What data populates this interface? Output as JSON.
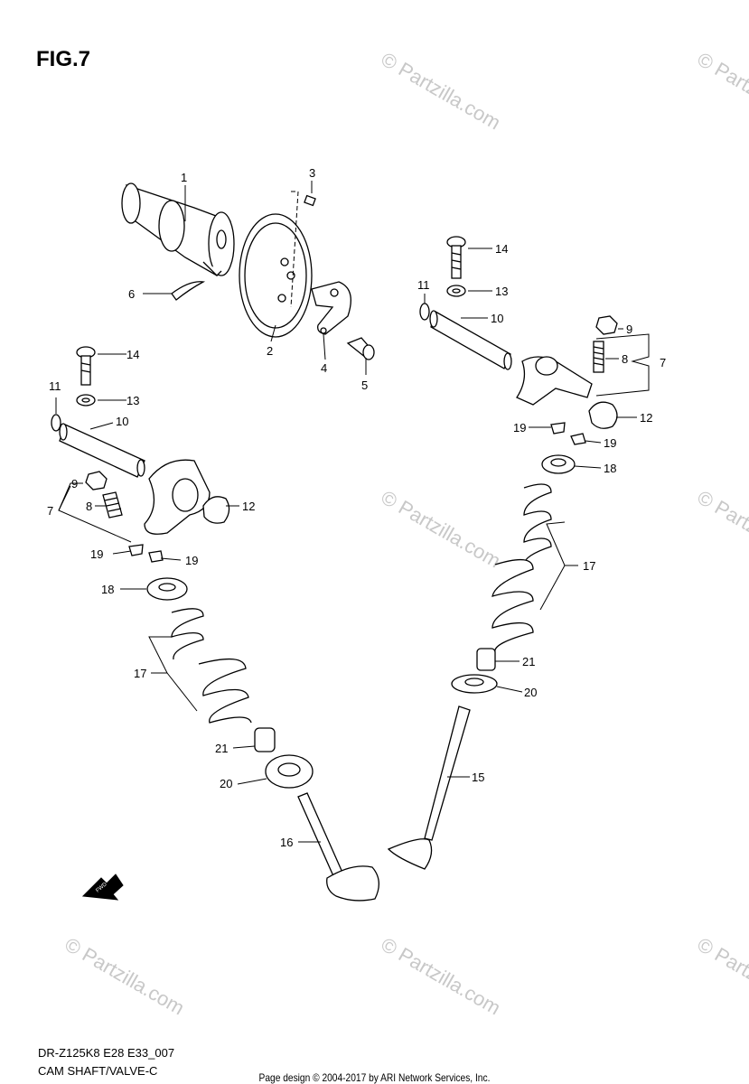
{
  "figure": {
    "title": "FIG.7",
    "model_code": "DR-Z125K8 E28 E33_007",
    "caption": "CAM SHAFT/VALVE-C"
  },
  "footer": {
    "copyright": "Page design © 2004-2017 by ARI Network Services, Inc."
  },
  "watermark": {
    "text": "© Partzilla.com"
  },
  "fwd_marker": {
    "label": "FWD"
  },
  "callouts": {
    "c1": "1",
    "c2": "2",
    "c3": "3",
    "c4": "4",
    "c5": "5",
    "c6": "6",
    "c7a": "7",
    "c7b": "7",
    "c8a": "8",
    "c8b": "8",
    "c9a": "9",
    "c9b": "9",
    "c10a": "10",
    "c10b": "10",
    "c11a": "11",
    "c11b": "11",
    "c12a": "12",
    "c12b": "12",
    "c13a": "13",
    "c13b": "13",
    "c14a": "14",
    "c14b": "14",
    "c15": "15",
    "c16": "16",
    "c17a": "17",
    "c17b": "17",
    "c18a": "18",
    "c18b": "18",
    "c19a": "19",
    "c19b": "19",
    "c19c": "19",
    "c19d": "19",
    "c20a": "20",
    "c20b": "20",
    "c21a": "21",
    "c21b": "21"
  }
}
